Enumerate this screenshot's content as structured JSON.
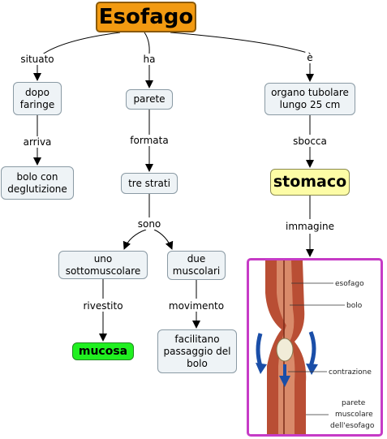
{
  "nodes": {
    "root": "Esofago",
    "dopo": "dopo\nfaringe",
    "bolo": "bolo con\ndeglutizione",
    "parete": "parete",
    "tre": "tre strati",
    "uno": "uno\nsottomuscolare",
    "mucosa": "mucosa",
    "due": "due\nmuscolari",
    "facilitano": "facilitano\npassaggio del\nbolo",
    "organo": "organo tubolare\nlungo 25 cm",
    "stomaco": "stomaco"
  },
  "links": {
    "situato": "situato",
    "ha": "ha",
    "e": "è",
    "arriva": "arriva",
    "formata": "formata",
    "sono": "sono",
    "rivestito": "rivestito",
    "movimento": "movimento",
    "sbocca": "sbocca",
    "immagine": "immagine"
  },
  "image": {
    "labels": {
      "esofago": "esofago",
      "bolo": "bolo",
      "contrazione": "contrazione",
      "parete": "parete",
      "muscolare": "muscolare",
      "dell_esofago": "dell'esofago"
    }
  },
  "colors": {
    "root": "#f29a11",
    "stomaco": "#fdfca6",
    "mucosa": "#20f020",
    "node": "#eef3f6",
    "frame": "#c63bc6"
  }
}
